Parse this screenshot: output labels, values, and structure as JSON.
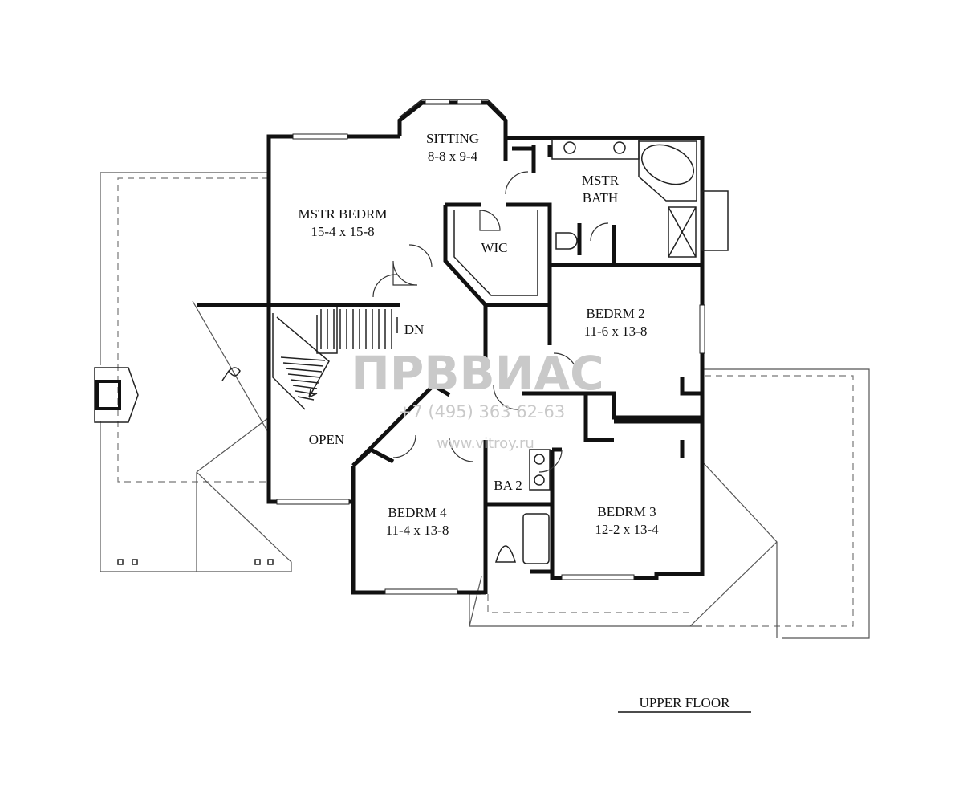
{
  "plan": {
    "title": "UPPER FLOOR",
    "rooms": {
      "sitting": {
        "name": "SITTING",
        "dims": "8-8 x 9-4"
      },
      "mstr_bath": {
        "name": "MSTR",
        "name2": "BATH"
      },
      "mstr_bedrm": {
        "name": "MSTR BEDRM",
        "dims": "15-4 x 15-8"
      },
      "wic": {
        "name": "WIC"
      },
      "bedrm2": {
        "name": "BEDRM 2",
        "dims": "11-6 x 13-8"
      },
      "bedrm3": {
        "name": "BEDRM 3",
        "dims": "12-2 x 13-4"
      },
      "bedrm4": {
        "name": "BEDRM 4",
        "dims": "11-4 x 13-8"
      },
      "ba2": {
        "name": "BA 2"
      },
      "open": {
        "name": "OPEN"
      },
      "dn": {
        "name": "DN"
      }
    },
    "watermark": {
      "brand": "ПРВВИАС",
      "phone": "+7 (495) 363 62-63",
      "url": "www.vitroy.ru"
    }
  }
}
